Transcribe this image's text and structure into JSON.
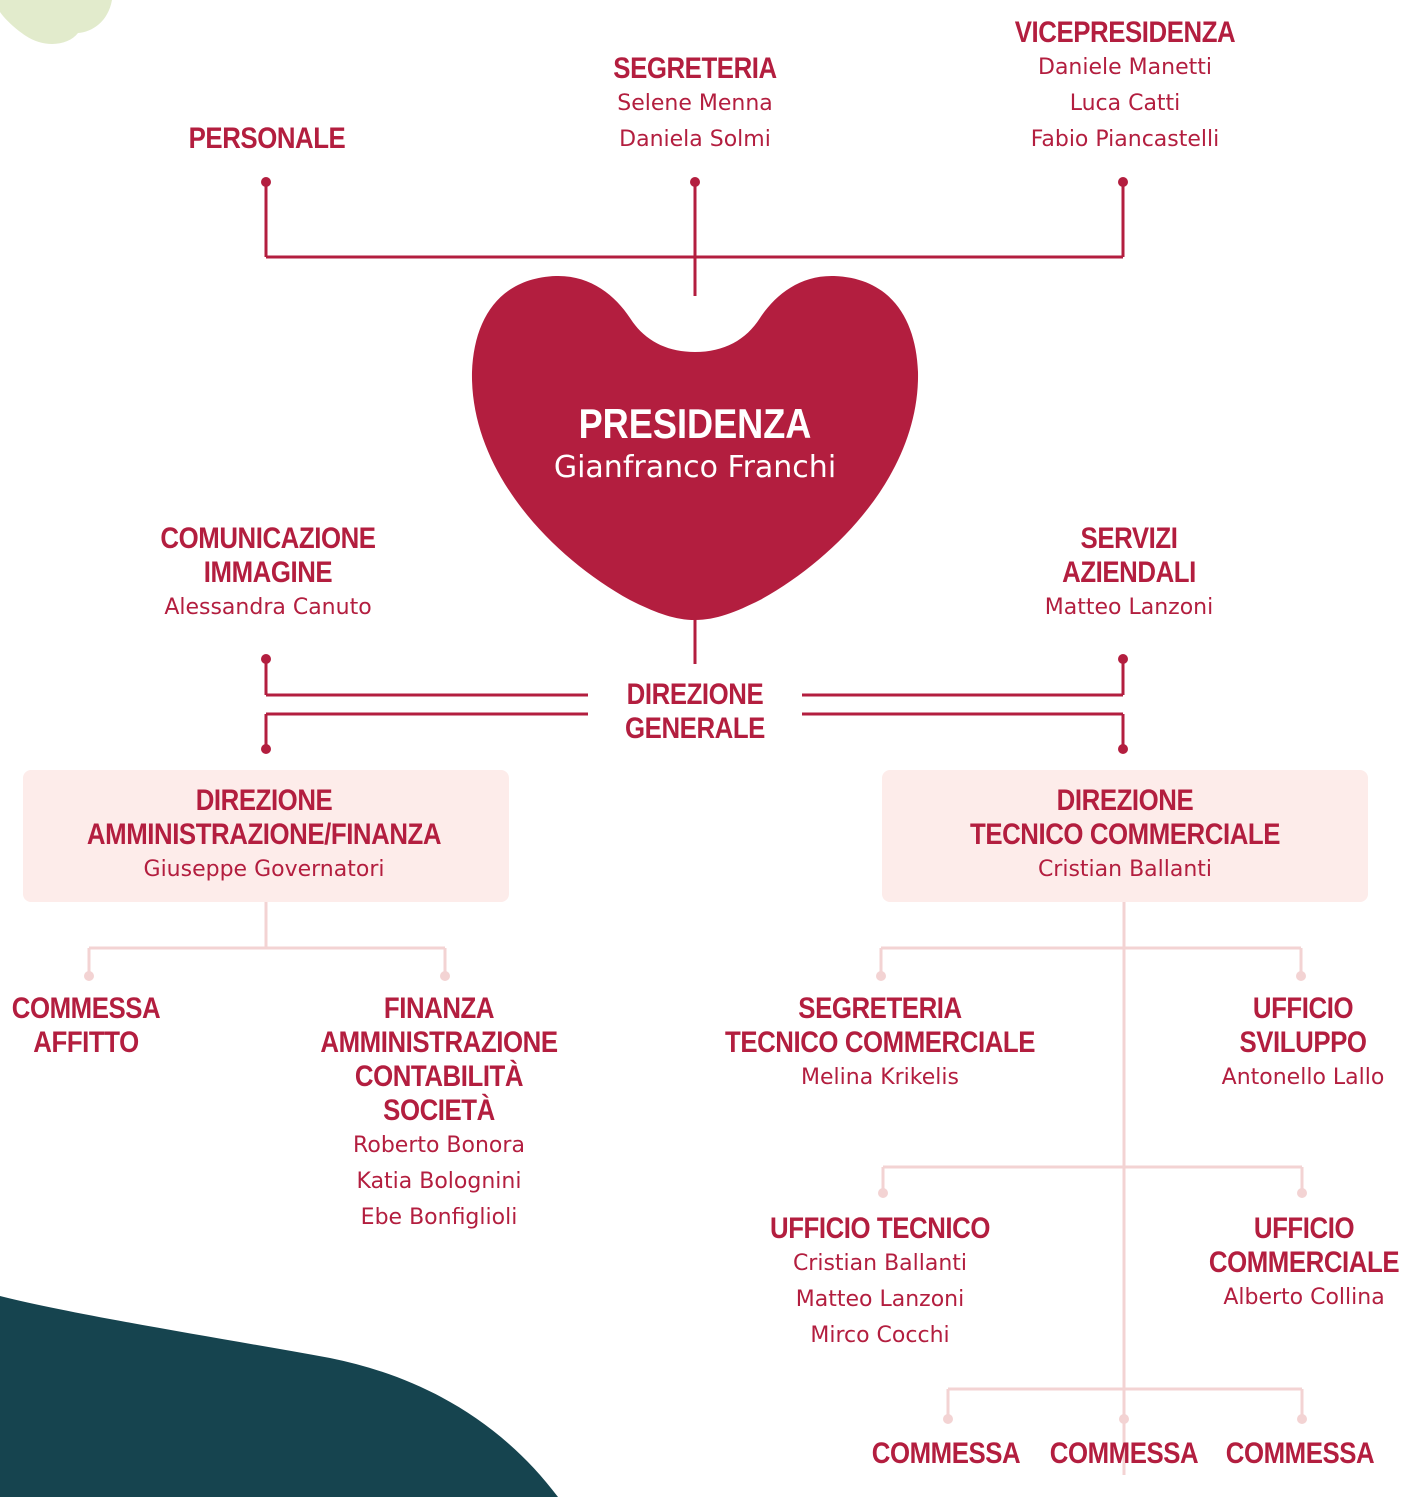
{
  "colors": {
    "accent": "#b31e3f",
    "light_line": "#f3d3d3",
    "box_fill": "#fdecea",
    "dark_shape": "#16444f",
    "green_blob": "#e2ebcc"
  },
  "top": {
    "personale": {
      "title": "PERSONALE"
    },
    "segreteria": {
      "title": "SEGRETERIA",
      "people": [
        "Selene Menna",
        "Daniela Solmi"
      ]
    },
    "vicepresidenza": {
      "title": "VICEPRESIDENZA",
      "people": [
        "Daniele Manetti",
        "Luca Catti",
        "Fabio Piancastelli"
      ]
    }
  },
  "presidenza": {
    "title": "PRESIDENZA",
    "person": "Gianfranco Franchi"
  },
  "comunicazione": {
    "title": [
      "COMUNICAZIONE",
      "IMMAGINE"
    ],
    "person": "Alessandra Canuto"
  },
  "servizi": {
    "title": [
      "SERVIZI",
      "AZIENDALI"
    ],
    "person": "Matteo Lanzoni"
  },
  "direzione_generale": {
    "title": [
      "DIREZIONE",
      "GENERALE"
    ]
  },
  "dir_amministrazione": {
    "title": [
      "DIREZIONE",
      "AMMINISTRAZIONE/FINANZA"
    ],
    "person": "Giuseppe Governatori"
  },
  "dir_tecnico": {
    "title": [
      "DIREZIONE",
      "TECNICO COMMERCIALE"
    ],
    "person": "Cristian Ballanti"
  },
  "commessa_affitto": {
    "title": [
      "COMMESSA",
      "AFFITTO"
    ]
  },
  "finanza": {
    "title": [
      "FINANZA",
      "AMMINISTRAZIONE",
      "CONTABILITÀ",
      "SOCIETÀ"
    ],
    "people": [
      "Roberto Bonora",
      "Katia Bolognini",
      "Ebe Bonfiglioli"
    ]
  },
  "segreteria_tecnico": {
    "title": [
      "SEGRETERIA",
      "TECNICO COMMERCIALE"
    ],
    "person": "Melina Krikelis"
  },
  "ufficio_sviluppo": {
    "title": [
      "UFFICIO",
      "SVILUPPO"
    ],
    "person": "Antonello Lallo"
  },
  "ufficio_tecnico": {
    "title": [
      "UFFICIO TECNICO"
    ],
    "people": [
      "Cristian Ballanti",
      "Matteo Lanzoni",
      "Mirco Cocchi"
    ]
  },
  "ufficio_commerciale": {
    "title": [
      "UFFICIO",
      "COMMERCIALE"
    ],
    "person": "Alberto Collina"
  },
  "commesse": {
    "labels": [
      "COMMESSA",
      "COMMESSA",
      "COMMESSA"
    ]
  }
}
